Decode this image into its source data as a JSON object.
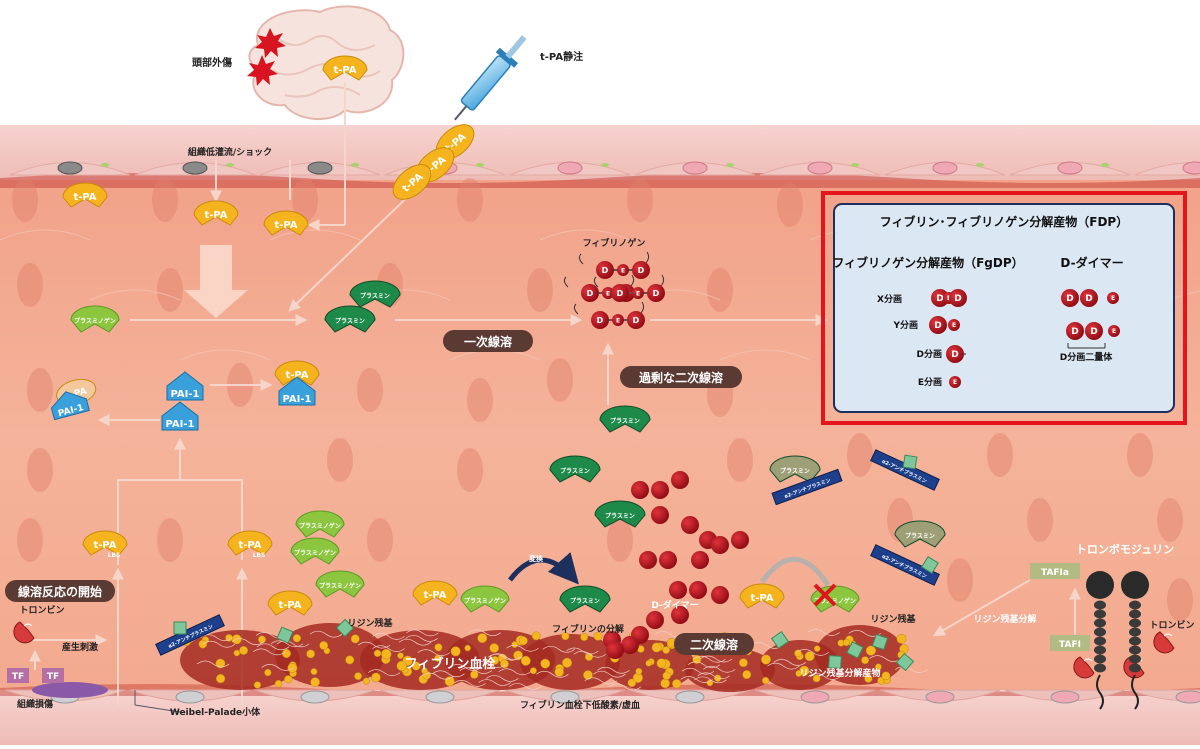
{
  "labels": {
    "head_trauma": "頭部外傷",
    "tpa_injection": "t-PA静注",
    "hypoperfusion_shock": "組織低灌流/ショック",
    "tpa": "t-PA",
    "plasminogen": "プラスミノゲン",
    "plasmin": "プラスミン",
    "pai1": "PAI-1",
    "primary_fibrinolysis": "一次線溶",
    "fibrinogen": "フィブリノゲン",
    "excessive_secondary_fibrinolysis": "過剰な二次線溶",
    "secondary_fibrinolysis": "二次線溶",
    "d_dimer": "D-ダイマー",
    "fibrinolysis_start": "線溶反応の開始",
    "thrombin": "トロンビン",
    "production_stimulus": "産生刺激",
    "tf": "TF",
    "tissue_damage": "組織損傷",
    "weibel_palade": "Weibel-Palade小体",
    "fibrin_thrombus": "フィブリン血栓",
    "subfibrin_thrombus_hypoxia": "フィブリン血栓下低酸素/虚血",
    "lysine_residue": "リジン残基",
    "fibrin_degradation": "フィブリンの分解",
    "alpha2_antiplasmin": "α2-アンチプラスミン",
    "conversion": "変換",
    "lysine_residue_degradation_product": "リジン残基分解産物",
    "lysine_residue_cleavage": "リジン残基分解",
    "tafi": "TAFI",
    "tafia": "TAFIa",
    "thrombomodulin": "トロンボモジュリン",
    "lbs": "LBS",
    "d_letter": "D",
    "e_letter": "E"
  },
  "fdp_box": {
    "title": "フィブリン･フィブリノゲン分解産物（FDP）",
    "fgdp_heading": "フィブリノゲン分解産物（FgDP）",
    "ddimer_heading": "D-ダイマー",
    "x_fragment": "X分画",
    "y_fragment": "Y分画",
    "d_fragment": "D分画",
    "e_fragment": "E分画",
    "d_dimer_fragment": "D分画二量体"
  },
  "colors": {
    "tpa": "#f5b41e",
    "plasminogen": "#8cc63f",
    "plasmin": "#1e8a4a",
    "pai1": "#3aa0dc",
    "fdp_border": "#e3141c",
    "fibrin_red": "#b5121b",
    "tissue": "#f2a88a"
  }
}
